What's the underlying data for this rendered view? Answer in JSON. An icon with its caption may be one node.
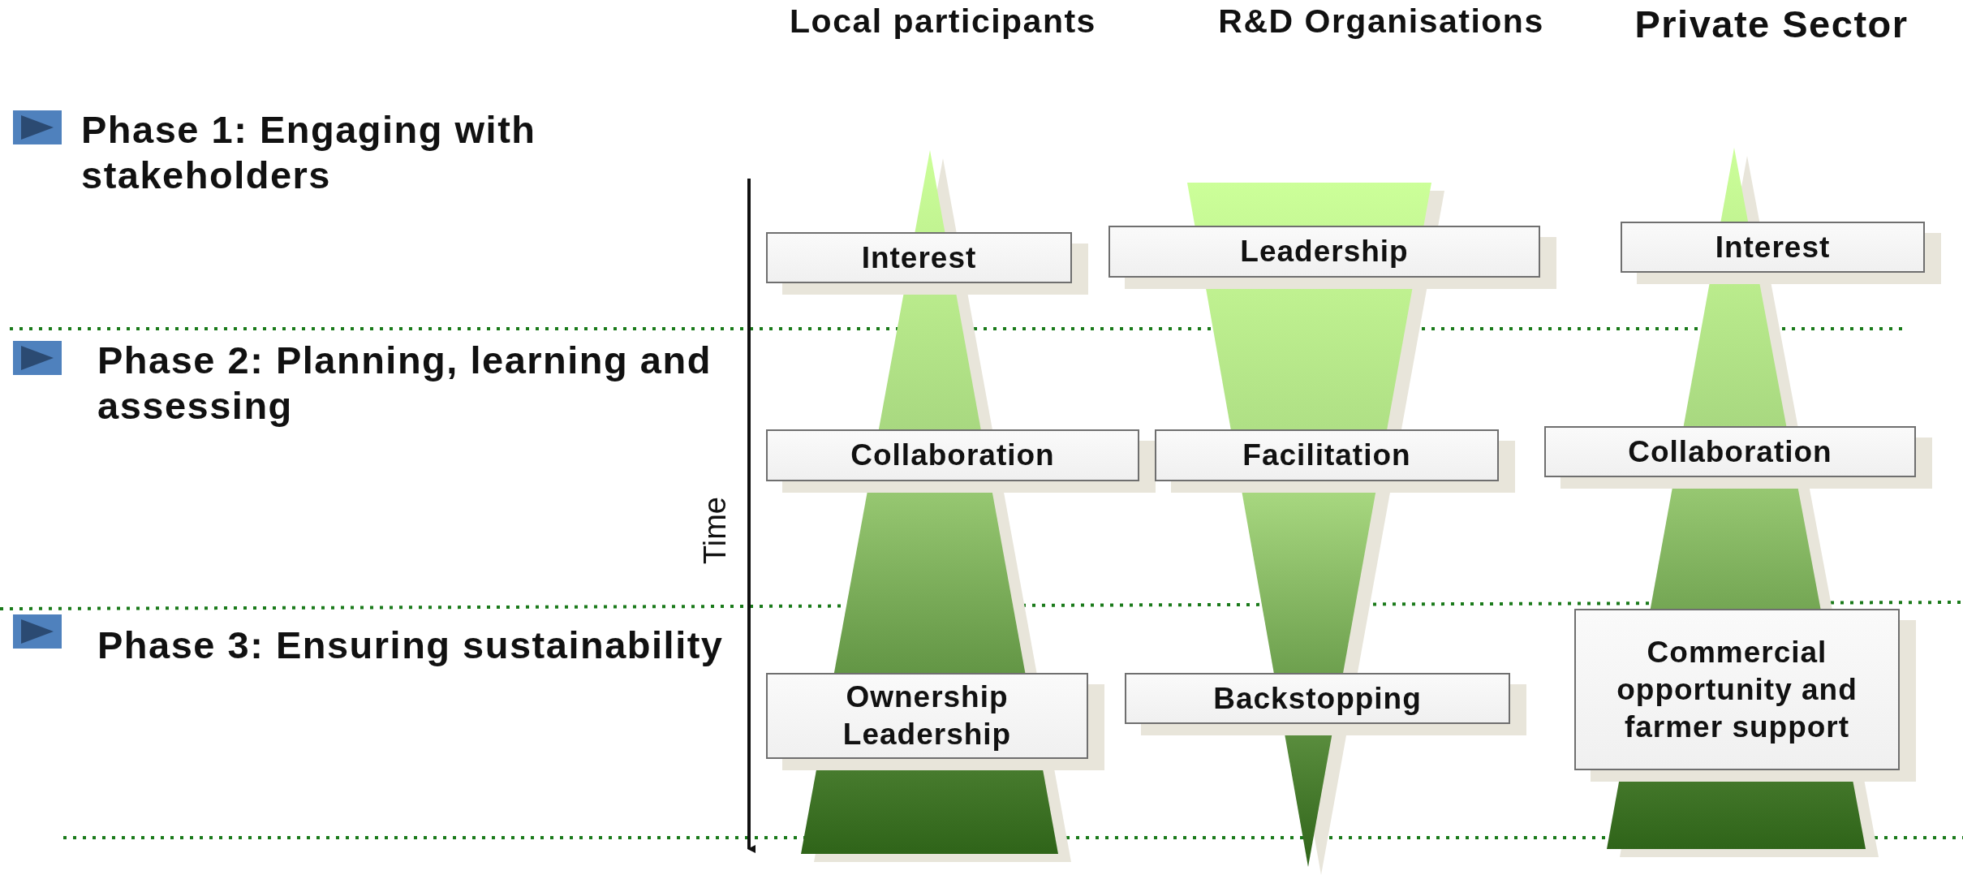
{
  "diagram": {
    "nodes": [
      {
        "text": [
          "Interest"
        ]
      },
      {
        "text": [
          "Leadership"
        ]
      },
      {
        "text": [
          "Interest"
        ]
      },
      {
        "text": [
          "Collaboration"
        ]
      },
      {
        "text": [
          "Facilitation"
        ]
      },
      {
        "text": [
          "Collaboration"
        ]
      },
      {
        "text": [
          "Ownership Leadership"
        ]
      },
      {
        "text": [
          "Backstopping"
        ]
      },
      {
        "text": [
          "Commercial opportunity and farmer support"
        ]
      }
    ],
    "labels": [
      "Local participants",
      "R&D Organisations",
      "Private Sector",
      "Phase 1: Engaging with stakeholders",
      "Phase 2: Planning, learning and assessing",
      "Phase 3: Ensuring sustainability",
      "Time"
    ]
  }
}
